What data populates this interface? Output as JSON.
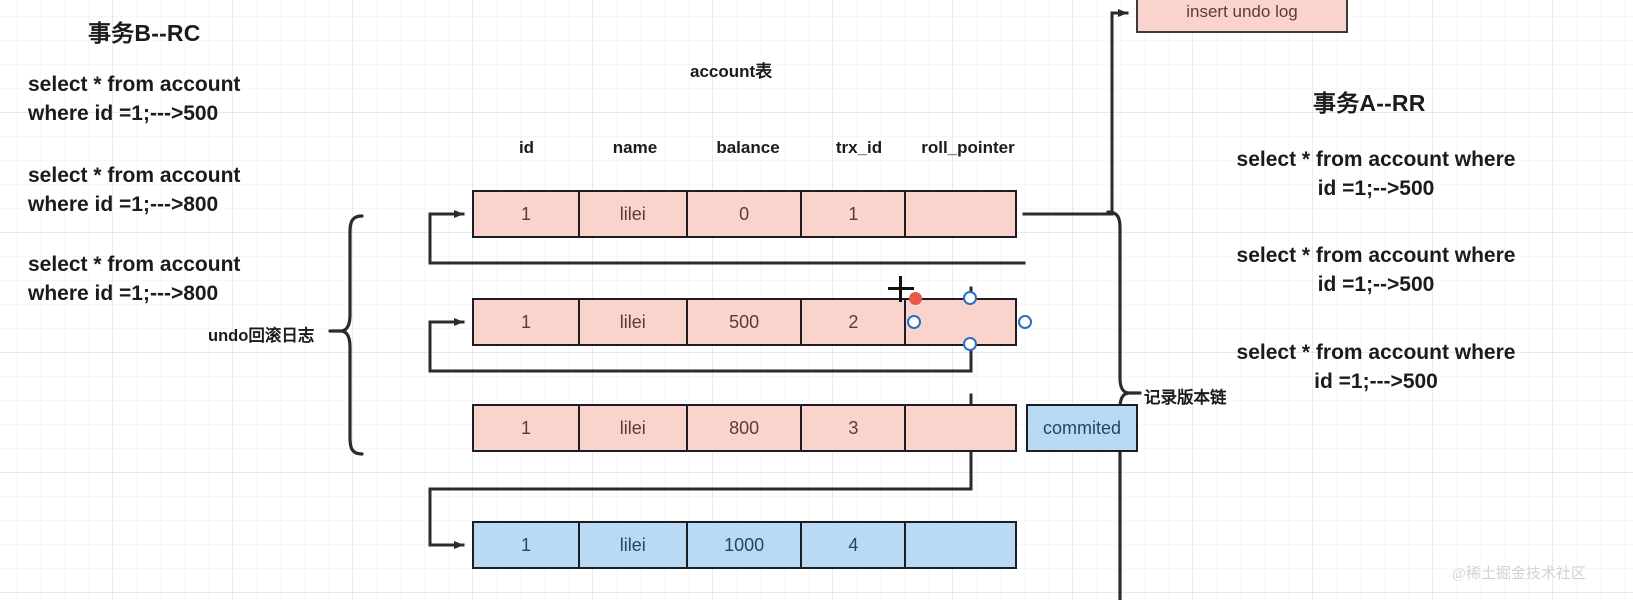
{
  "diagram": {
    "table_title": "account表",
    "left_panel": {
      "title": "事务B--RC",
      "statements": [
        "select * from account\nwhere id =1;--->500",
        "select * from account\nwhere id =1;--->800",
        "select * from account\nwhere id =1;--->800"
      ],
      "brace_label": "undo回滚日志"
    },
    "right_panel": {
      "title": "事务A--RR",
      "statements": [
        "select * from account where\nid =1;-->500",
        "select * from account where\nid =1;-->500",
        "select * from account where\nid =1;--->500"
      ],
      "brace_label": "记录版本链"
    },
    "columns": [
      "id",
      "name",
      "balance",
      "trx_id",
      "roll_pointer"
    ],
    "rows": [
      {
        "id": "1",
        "name": "lilei",
        "balance": "0",
        "trx_id": "1",
        "roll_pointer": "",
        "color": "pink",
        "badge": ""
      },
      {
        "id": "1",
        "name": "lilei",
        "balance": "500",
        "trx_id": "2",
        "roll_pointer": "",
        "color": "pink",
        "badge": ""
      },
      {
        "id": "1",
        "name": "lilei",
        "balance": "800",
        "trx_id": "3",
        "roll_pointer": "",
        "color": "pink",
        "badge": "commited"
      },
      {
        "id": "1",
        "name": "lilei",
        "balance": "1000",
        "trx_id": "4",
        "roll_pointer": "",
        "color": "blue",
        "badge": ""
      }
    ],
    "undo_log_box": "insert undo log",
    "watermark": "@稀土掘金技术社区",
    "colors": {
      "pink_fill": "#fbd3cd",
      "blue_fill": "#b8daf5",
      "stroke": "#1d1d22",
      "handle_blue": "#2a6fbf",
      "handle_red": "#e8584a"
    }
  }
}
